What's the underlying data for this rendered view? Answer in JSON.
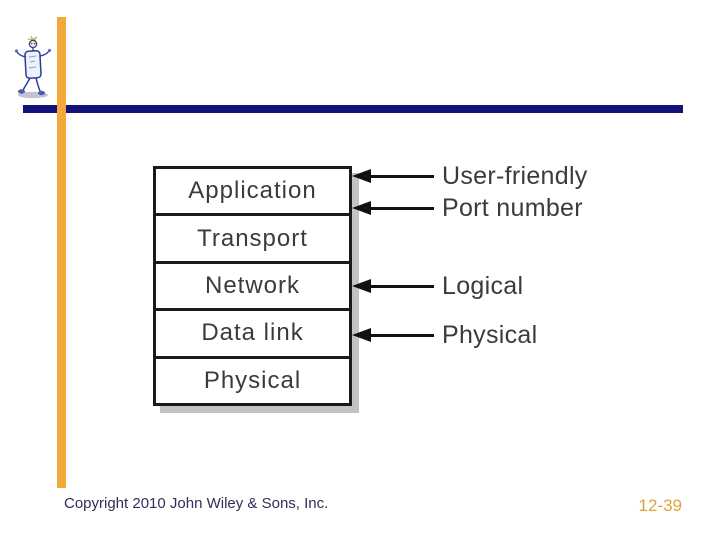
{
  "slide": {
    "footer_copyright": "Copyright 2010 John Wiley & Sons, Inc.",
    "page_number": "12-39"
  },
  "diagram": {
    "layers": [
      {
        "label": "Application"
      },
      {
        "label": "Transport"
      },
      {
        "label": "Network"
      },
      {
        "label": "Data link"
      },
      {
        "label": "Physical"
      }
    ],
    "annotations": [
      {
        "label": "User-friendly",
        "points_to": "Application"
      },
      {
        "label": "Port number",
        "points_to": "Application"
      },
      {
        "label": "Logical",
        "points_to": "Network"
      },
      {
        "label": "Physical",
        "points_to": "Data link"
      }
    ]
  },
  "decor": {
    "logo_icon": "walking-robot-mascot",
    "accent_bar_color": "#F3A83B",
    "header_rule_color": "#13137A",
    "diagram_text_color": "#3B3B3B",
    "diagram_border_color": "#1A1A1A",
    "diagram_shadow_color": "#C3C3C3",
    "arrow_color": "#111111",
    "footer_text_color": "#2F2F5A",
    "page_number_color": "#DFA23F"
  }
}
